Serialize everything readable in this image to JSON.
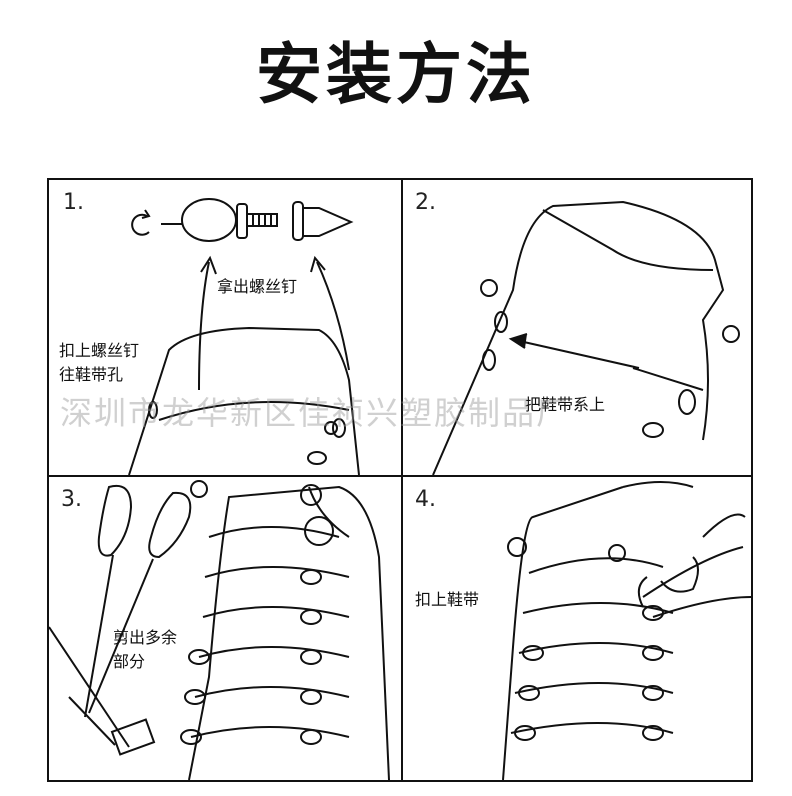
{
  "title": "安装方法",
  "steps": [
    {
      "number": "1.",
      "labels": [
        "拿出螺丝钉",
        "扣上螺丝钉",
        "往鞋带孔"
      ]
    },
    {
      "number": "2.",
      "labels": [
        "把鞋带系上"
      ]
    },
    {
      "number": "3.",
      "labels": [
        "剪出多余",
        "部分"
      ]
    },
    {
      "number": "4.",
      "labels": [
        "扣上鞋带"
      ]
    }
  ],
  "watermark": "深圳市龙华新区佳祯兴塑胶制品厂",
  "colors": {
    "ink": "#111111",
    "background": "#ffffff",
    "watermark": "#969696"
  }
}
